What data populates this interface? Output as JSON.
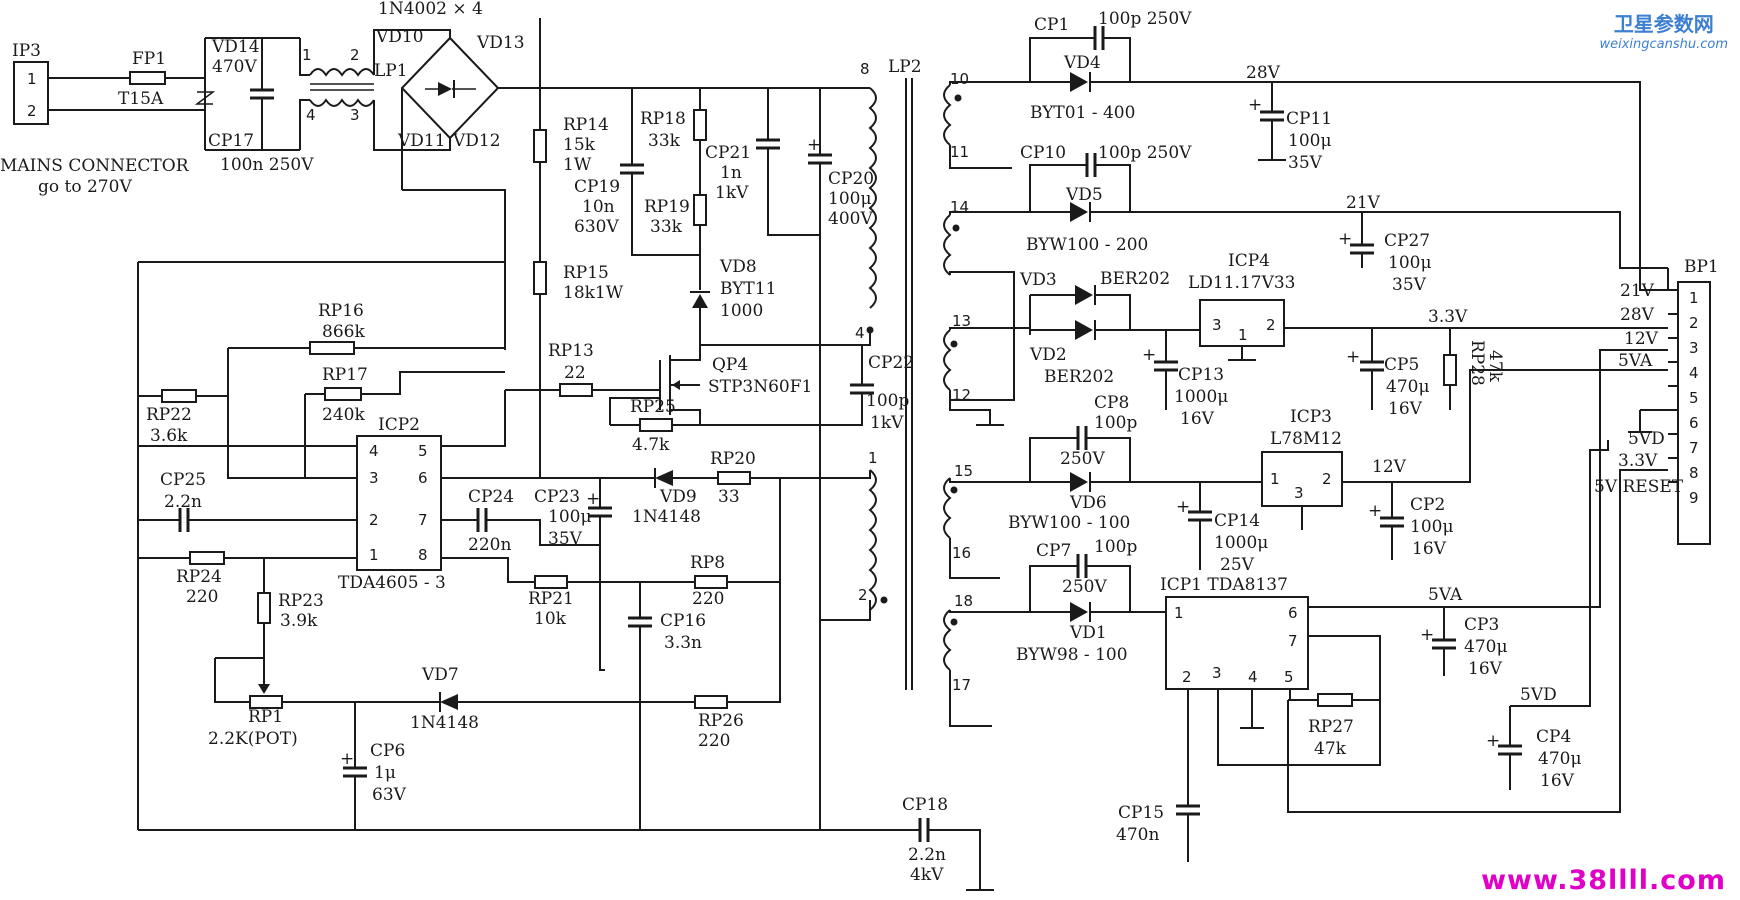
{
  "watermark": {
    "brand_cn": "卫星参数网",
    "brand_url": "weixingcanshu.com",
    "bottom_url": "www.38llll.com"
  },
  "labels": {
    "ip3": "IP3",
    "fp1": "FP1",
    "fp1_value": "T15A",
    "vd14": "VD14",
    "vd14_value": "470V",
    "cp17": "CP17",
    "cp17_value": "100n 250V",
    "mains_line1": "MAINS CONNECTOR",
    "mains_line2": "go to 270V",
    "lp1": "LP1",
    "bridge_type": "1N4002 × 4",
    "vd10": "VD10",
    "vd13": "VD13",
    "vd11": "VD11",
    "vd12": "VD12",
    "rp14": "RP14",
    "rp14_v1": "15k",
    "rp14_v2": "1W",
    "rp15": "RP15",
    "rp15_value": "18k1W",
    "rp18": "RP18",
    "rp18_value": "33k",
    "rp19": "RP19",
    "rp19_value": "33k",
    "cp19": "CP19",
    "cp19_v1": "10n",
    "cp19_v2": "630V",
    "cp21": "CP21",
    "cp21_v1": "1n",
    "cp21_v2": "1kV",
    "cp20": "CP20",
    "cp20_v1": "100μ",
    "cp20_v2": "400V",
    "vd8": "VD8",
    "vd8_type": "BYT11",
    "vd8_value": "1000",
    "rp16": "RP16",
    "rp16_value": "866k",
    "rp17": "RP17",
    "rp17_value": "240k",
    "rp22": "RP22",
    "rp22_value": "3.6k",
    "rp13": "RP13",
    "rp13_value": "22",
    "qp4": "QP4",
    "qp4_type": "STP3N60F1",
    "rp25": "RP25",
    "rp25_value": "4.7k",
    "cp22": "CP22",
    "cp22_v1": "100p",
    "cp22_v2": "1kV",
    "icp2": "ICP2",
    "icp2_type": "TDA4605 - 3",
    "cp25": "CP25",
    "cp25_value": "2.2n",
    "cp24": "CP24",
    "cp24_value": "220n",
    "cp23": "CP23",
    "cp23_v1": "100μ",
    "cp23_v2": "35V",
    "vd9": "VD9",
    "vd9_type": "1N4148",
    "rp20": "RP20",
    "rp20_value": "33",
    "rp24": "RP24",
    "rp24_value": "220",
    "rp23": "RP23",
    "rp23_value": "3.9k",
    "rp21": "RP21",
    "rp21_value": "10k",
    "rp8": "RP8",
    "rp8_value": "220",
    "cp16": "CP16",
    "cp16_value": "3.3n",
    "rp1": "RP1",
    "rp1_value": "2.2K(POT)",
    "vd7": "VD7",
    "vd7_type": "1N4148",
    "rp26": "RP26",
    "rp26_value": "220",
    "cp6": "CP6",
    "cp6_v1": "1μ",
    "cp6_v2": "63V",
    "cp18": "CP18",
    "cp18_v1": "2.2n",
    "cp18_v2": "4kV",
    "lp2": "LP2",
    "cp1": "CP1",
    "cp1_value": "100p 250V",
    "vd4": "VD4",
    "vd4_type": "BYT01 - 400",
    "rail_28v": "28V",
    "cp11": "CP11",
    "cp11_v1": "100μ",
    "cp11_v2": "35V",
    "cp10": "CP10",
    "cp10_value": "100p 250V",
    "vd5": "VD5",
    "vd5_type": "BYW100 - 200",
    "rail_21v": "21V",
    "cp27": "CP27",
    "cp27_v1": "100μ",
    "cp27_v2": "35V",
    "vd3": "VD3",
    "vd3_type": "BER202",
    "vd2": "VD2",
    "vd2_type": "BER202",
    "icp4": "ICP4",
    "icp4_type": "LD11.17V33",
    "rail_3v3": "3.3V",
    "cp13": "CP13",
    "cp13_v1": "1000μ",
    "cp13_v2": "16V",
    "cp5": "CP5",
    "cp5_v1": "470μ",
    "cp5_v2": "16V",
    "rp28": "RP28",
    "rp28_value": "47k",
    "cp8": "CP8",
    "cp8_v1": "100p",
    "cp8_v2": "250V",
    "vd6": "VD6",
    "vd6_type": "BYW100 - 100",
    "icp3": "ICP3",
    "icp3_type": "L78M12",
    "rail_12v": "12V",
    "cp14": "CP14",
    "cp14_v1": "1000μ",
    "cp14_v2": "25V",
    "cp2": "CP2",
    "cp2_v1": "100μ",
    "cp2_v2": "16V",
    "cp7": "CP7",
    "cp7_v1": "100p",
    "cp7_v2": "250V",
    "vd1": "VD1",
    "vd1_type": "BYW98 - 100",
    "icp1": "ICP1 TDA8137",
    "rail_5va": "5VA",
    "cp3": "CP3",
    "cp3_v1": "470μ",
    "cp3_v2": "16V",
    "rp27": "RP27",
    "rp27_value": "47k",
    "rail_5vd": "5VD",
    "cp4": "CP4",
    "cp4_v1": "470μ",
    "cp4_v2": "16V",
    "cp15": "CP15",
    "cp15_value": "470n",
    "bp1": "BP1"
  },
  "connector_bp1": [
    {
      "pin": "1",
      "signal": "21V"
    },
    {
      "pin": "2",
      "signal": "28V"
    },
    {
      "pin": "3",
      "signal": "12V"
    },
    {
      "pin": "4",
      "signal": "5VA"
    },
    {
      "pin": "5",
      "signal": ""
    },
    {
      "pin": "6",
      "signal": "5VD"
    },
    {
      "pin": "7",
      "signal": "3.3V"
    },
    {
      "pin": "8",
      "signal": "5V RESET"
    },
    {
      "pin": "9",
      "signal": ""
    }
  ],
  "pin_numbers": {
    "ip3": [
      "1",
      "2"
    ],
    "lp1": [
      "1",
      "2",
      "4",
      "3"
    ],
    "icp2": [
      "4",
      "5",
      "3",
      "6",
      "2",
      "7",
      "1",
      "8"
    ],
    "icp4": [
      "3",
      "1",
      "2"
    ],
    "icp3": [
      "1",
      "3",
      "2"
    ],
    "icp1": [
      "1",
      "6",
      "7",
      "2",
      "3",
      "4",
      "5"
    ],
    "lp2": [
      "8",
      "4",
      "1",
      "2",
      "10",
      "11",
      "14",
      "13",
      "12",
      "15",
      "16",
      "18",
      "17"
    ]
  }
}
